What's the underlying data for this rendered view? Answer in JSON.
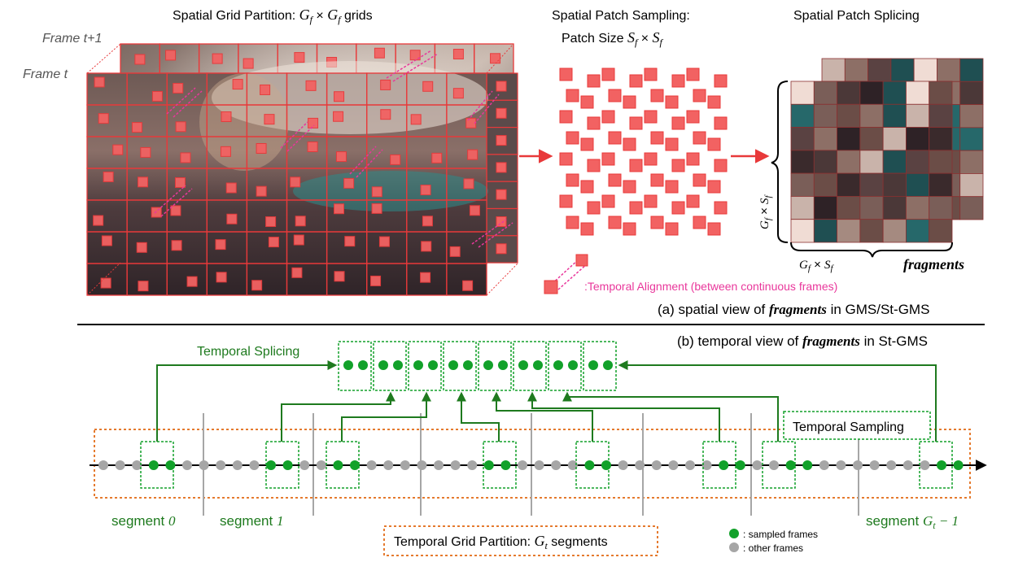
{
  "spatial": {
    "grid_title_prefix": "Spatial Grid Partition: ",
    "grid_title_math": "G",
    "grid_title_sub": "f",
    "grid_title_times": " × ",
    "grid_title_suffix": " grids",
    "frame_next": "Frame t+1",
    "frame_cur": "Frame t",
    "sampling_title_1": "Spatial Patch Sampling:",
    "sampling_title_2": "Patch Size ",
    "sampling_math": "S",
    "sampling_sub": "f",
    "splicing_title": "Spatial Patch Splicing",
    "dim_math_g": "G",
    "dim_sub_f": "f",
    "dim_times": " × ",
    "dim_math_s": "S",
    "fragments_word": "fragments",
    "temporal_alignment": ":Temporal Alignment (between continuous frames)",
    "caption_prefix": "(a) spatial view of ",
    "caption_word": "fragments",
    "caption_suffix": " in GMS/St-GMS"
  },
  "temporal": {
    "caption_prefix": "(b) temporal view of ",
    "caption_word": "fragments",
    "caption_suffix": " in St-GMS",
    "splicing_label": "Temporal Splicing",
    "sampling_label": "Temporal Sampling",
    "segment0_word": "segment ",
    "segment0_num": "0",
    "segment1_word": "segment ",
    "segment1_num": "1",
    "segmentN_word": "segment ",
    "segmentN_math": "G",
    "segmentN_sub": "t",
    "segmentN_tail": " − 1",
    "partition_prefix": "Temporal Grid Partition: ",
    "partition_math": "G",
    "partition_sub": "t",
    "partition_suffix": " segments",
    "legend_sampled": ": sampled frames",
    "legend_other": ": other frames"
  },
  "colors": {
    "grid_red": "#e8393a",
    "patch_red": "#f26262",
    "magenta": "#e9379b",
    "green": "#1e7a1e",
    "dot_green": "#12a12a",
    "dot_gray": "#a6a6a6",
    "orange": "#e57a2e"
  }
}
